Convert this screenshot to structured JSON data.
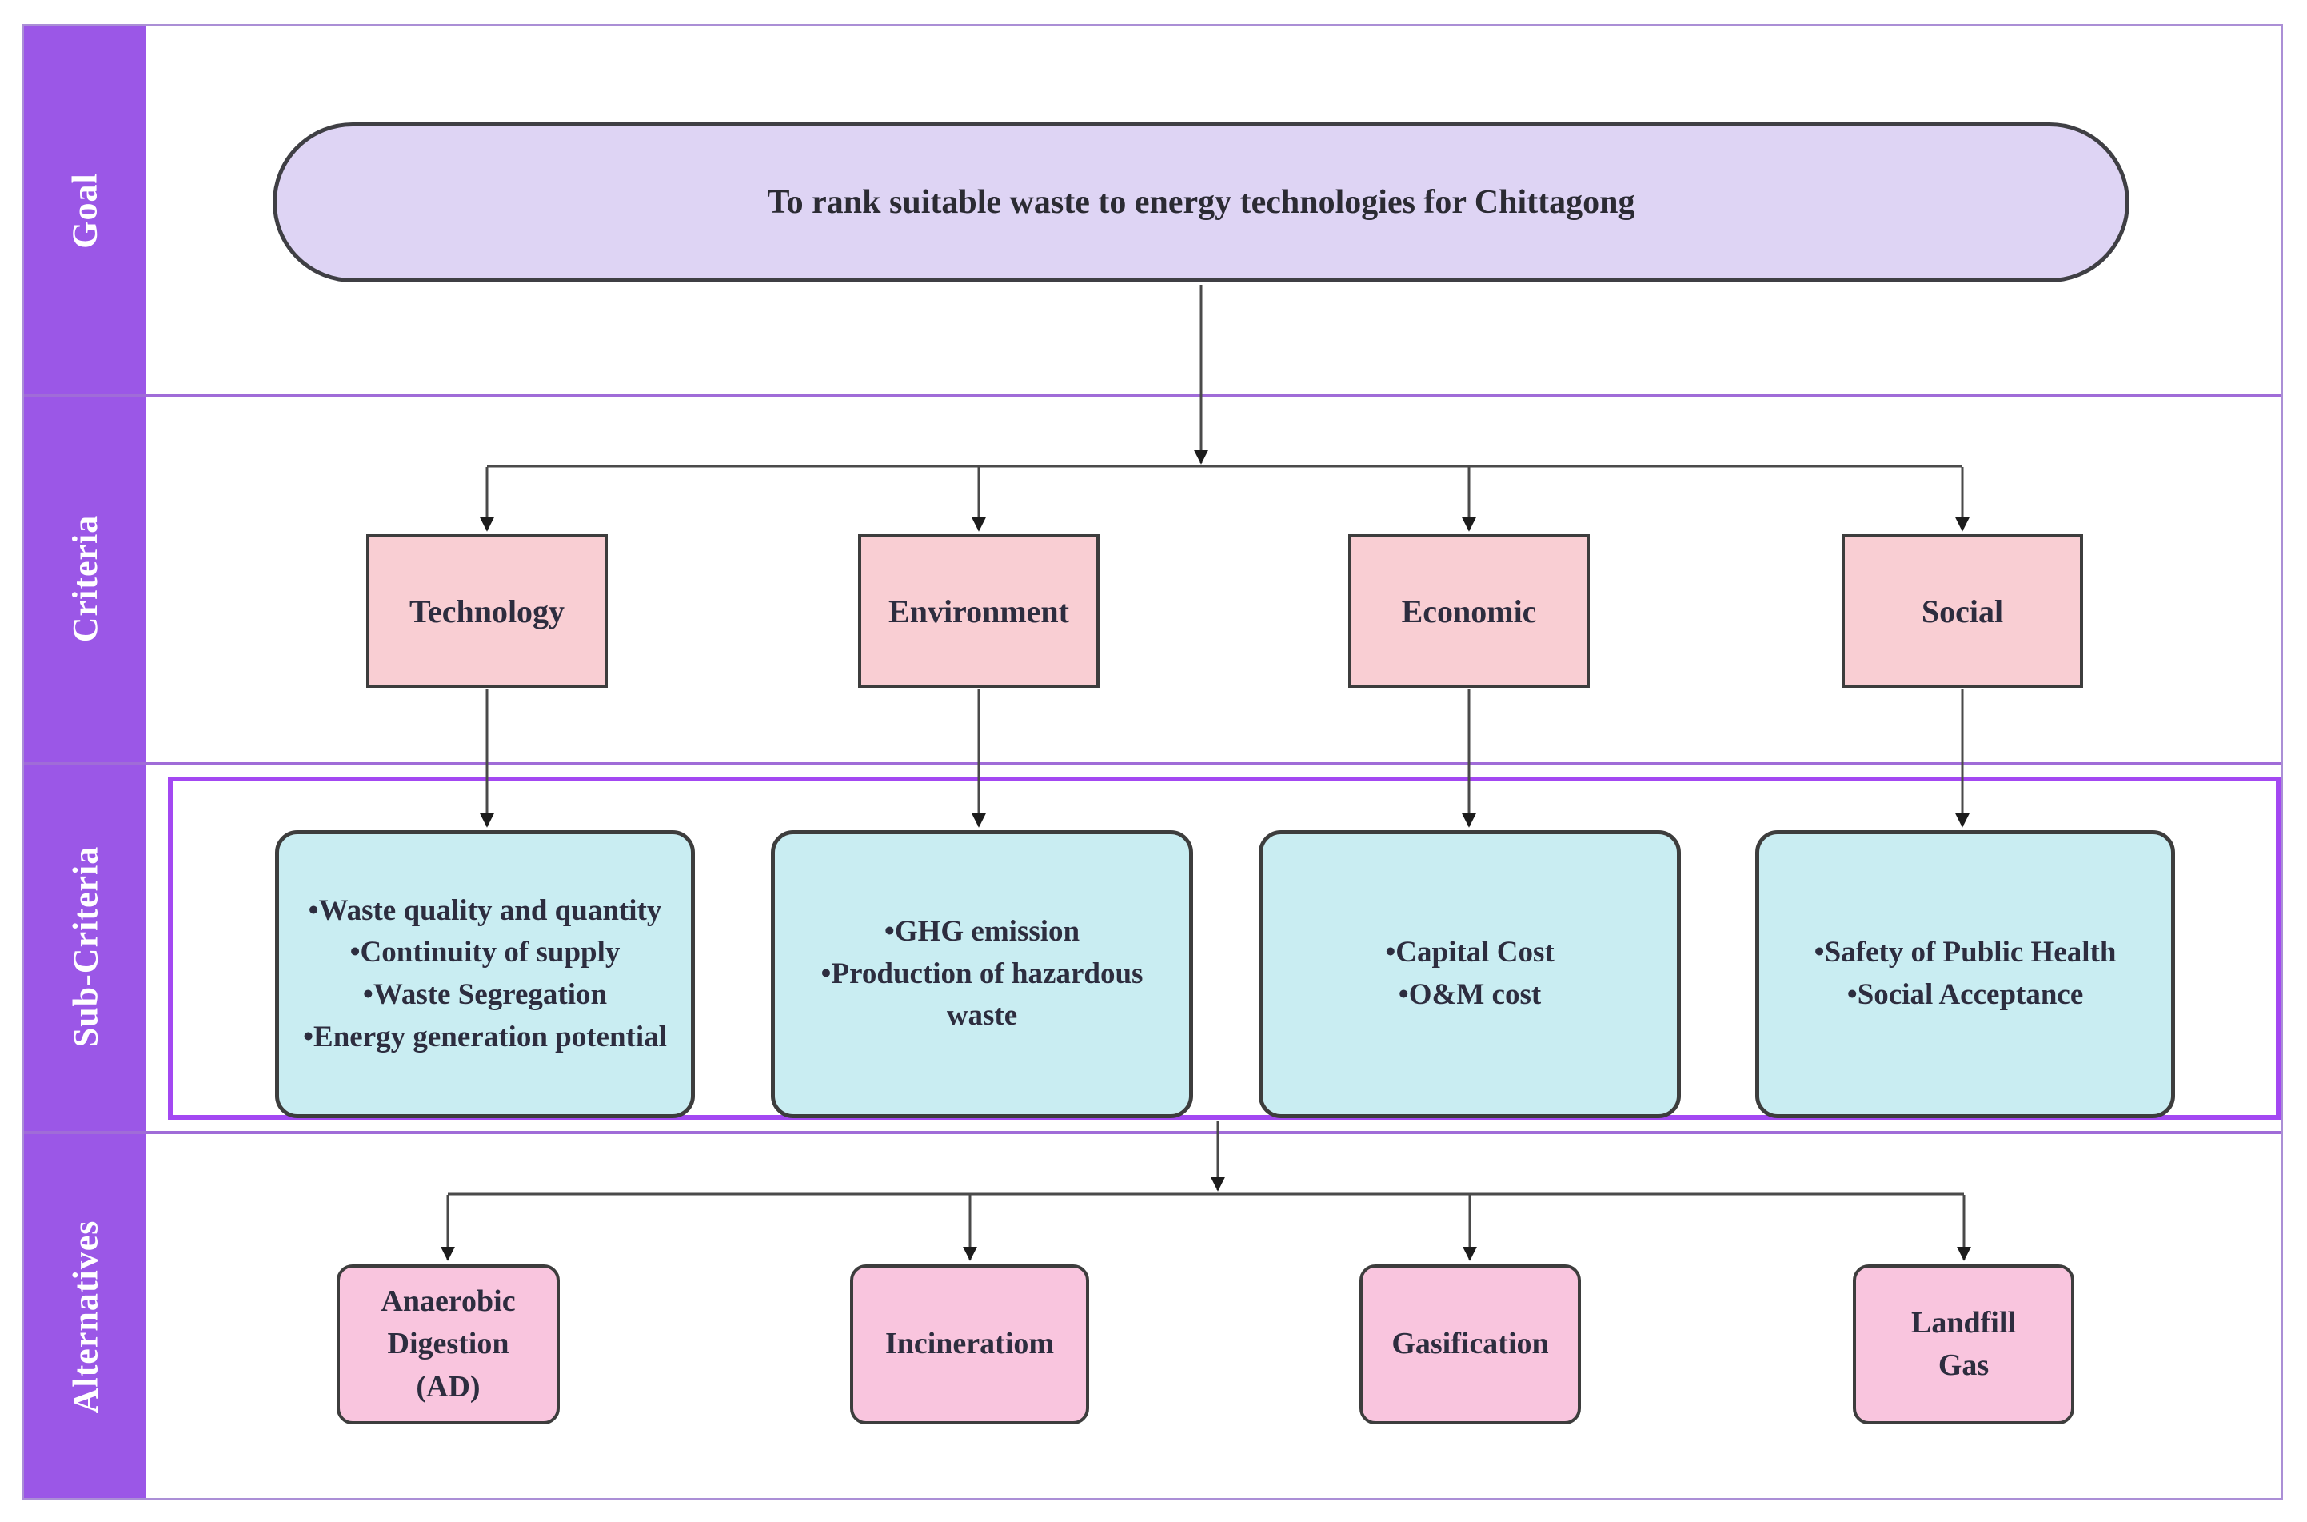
{
  "sidebar": {
    "rows": [
      {
        "label": "Goal"
      },
      {
        "label": "Criteria"
      },
      {
        "label": "Sub-Criteria"
      },
      {
        "label": "Alternatives"
      }
    ]
  },
  "goal": {
    "text": "To rank suitable waste to energy technologies for Chittagong"
  },
  "criteria": {
    "items": [
      {
        "label": "Technology"
      },
      {
        "label": "Environment"
      },
      {
        "label": "Economic"
      },
      {
        "label": "Social"
      }
    ]
  },
  "sub_criteria": {
    "groups": [
      {
        "criterion": "Technology",
        "items": [
          "Waste quality and quantity",
          "Continuity of supply",
          "Waste Segregation",
          "Energy generation potential"
        ]
      },
      {
        "criterion": "Environment",
        "items": [
          "GHG emission",
          "Production of hazardous waste"
        ]
      },
      {
        "criterion": "Economic",
        "items": [
          "Capital Cost",
          "O&M cost"
        ]
      },
      {
        "criterion": "Social",
        "items": [
          "Safety of Public Health",
          "Social Acceptance"
        ]
      }
    ]
  },
  "alternatives": {
    "items": [
      {
        "label": "Anaerobic Digestion (AD)",
        "lines": [
          "Anaerobic",
          "Digestion",
          "(AD)"
        ]
      },
      {
        "label": "Incineratiom",
        "lines": [
          "Incineratiom"
        ]
      },
      {
        "label": "Gasification",
        "lines": [
          "Gasification"
        ]
      },
      {
        "label": "Landfill Gas",
        "lines": [
          "Landfill",
          "Gas"
        ]
      }
    ]
  },
  "colors": {
    "sidebar_purple": "#9b57e7",
    "outer_border": "#ab8fd6",
    "row_divider": "#a06cd8",
    "subcriteria_outline": "#a348f2",
    "goal_fill": "#ded4f4",
    "criteria_fill": "#f9ced3",
    "subcriteria_fill": "#c9edf2",
    "alternatives_fill": "#f9c5de",
    "box_border": "#3d3d3d",
    "connector": "#4a4a4a",
    "text": "#2d2d3f",
    "sidebar_text": "#ffffff"
  }
}
